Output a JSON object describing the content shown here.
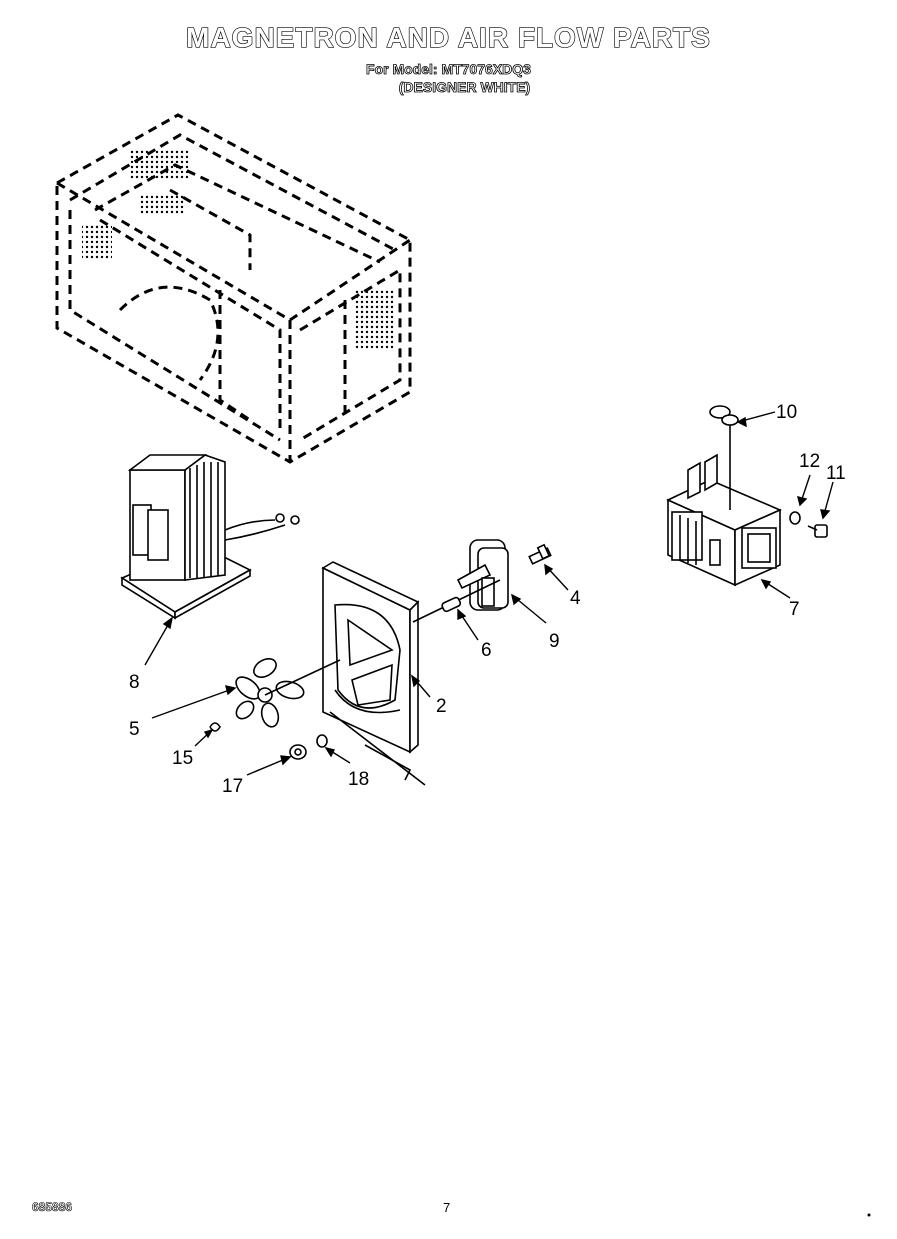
{
  "header": {
    "title": "MAGNETRON AND AIR FLOW PARTS",
    "model_line": "For Model: MT7076XDQ3",
    "color_line": "(DESIGNER WHITE)"
  },
  "callouts": {
    "c2": "2",
    "c4": "4",
    "c5": "5",
    "c6": "6",
    "c7": "7",
    "c8": "8",
    "c9": "9",
    "c10": "10",
    "c11": "11",
    "c12": "12",
    "c15": "15",
    "c17": "17",
    "c18": "18"
  },
  "footer": {
    "doc_number": "685886",
    "page_number": "7"
  }
}
